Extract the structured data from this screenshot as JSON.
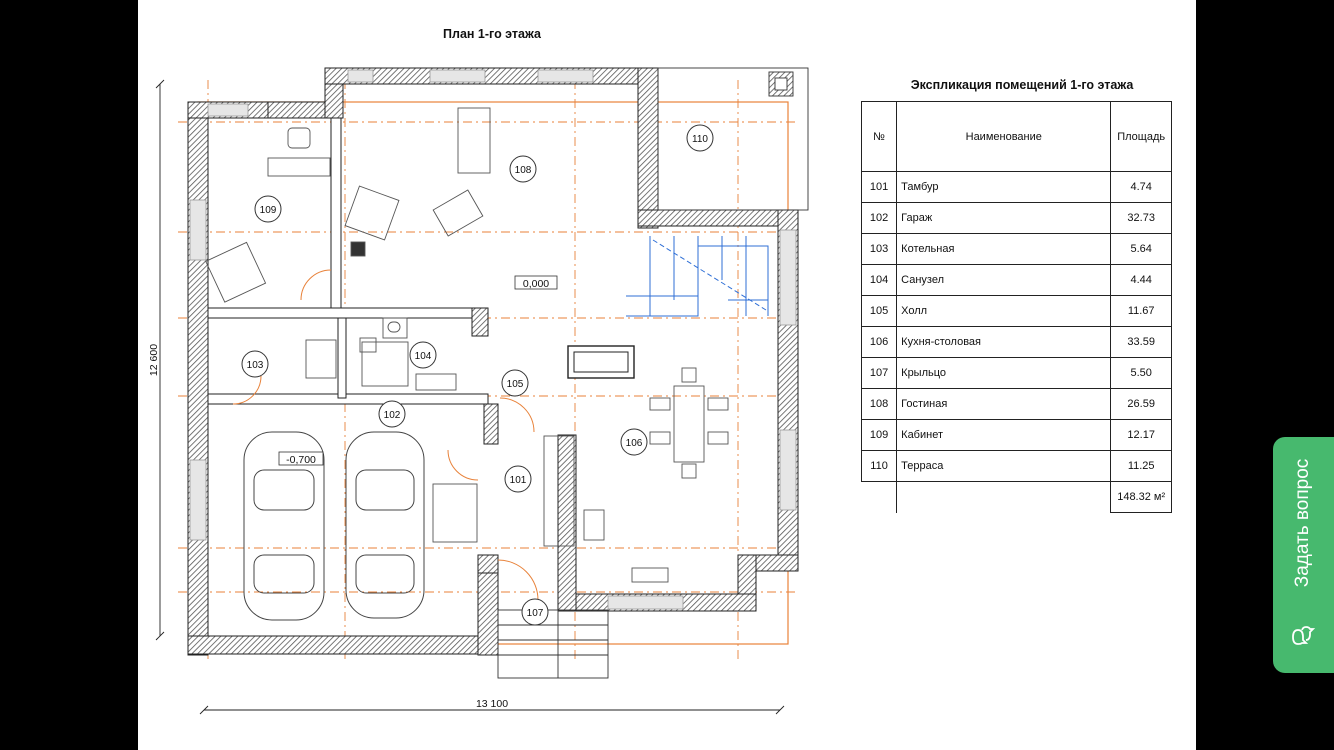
{
  "plan": {
    "title": "План 1-го этажа",
    "dim_horizontal": "13 100",
    "dim_vertical": "12 600",
    "level_main": "0,000",
    "level_garage": "-0,700",
    "room_tags": [
      "101",
      "102",
      "103",
      "104",
      "105",
      "106",
      "107",
      "108",
      "109",
      "110"
    ]
  },
  "explication": {
    "title": "Экспликация помещений 1-го этажа",
    "headers": [
      "№",
      "Наименование",
      "Площадь"
    ],
    "rows": [
      {
        "no": "101",
        "name": "Тамбур",
        "area": "4.74"
      },
      {
        "no": "102",
        "name": "Гараж",
        "area": "32.73"
      },
      {
        "no": "103",
        "name": "Котельная",
        "area": "5.64"
      },
      {
        "no": "104",
        "name": "Санузел",
        "area": "4.44"
      },
      {
        "no": "105",
        "name": "Холл",
        "area": "11.67"
      },
      {
        "no": "106",
        "name": "Кухня-столовая",
        "area": "33.59"
      },
      {
        "no": "107",
        "name": "Крыльцо",
        "area": "5.50"
      },
      {
        "no": "108",
        "name": "Гостиная",
        "area": "26.59"
      },
      {
        "no": "109",
        "name": "Кабинет",
        "area": "12.17"
      },
      {
        "no": "110",
        "name": "Терраса",
        "area": "11.25"
      }
    ],
    "total": "148.32 м²"
  },
  "sidebar": {
    "ask_label": "Задать вопрос",
    "ask_icon": "chat-bubbles-icon"
  },
  "colors": {
    "wall_hatch": "#555555",
    "axis": "#e8823a",
    "stairs": "#2f6fd6",
    "ask_green": "#47b96e"
  }
}
